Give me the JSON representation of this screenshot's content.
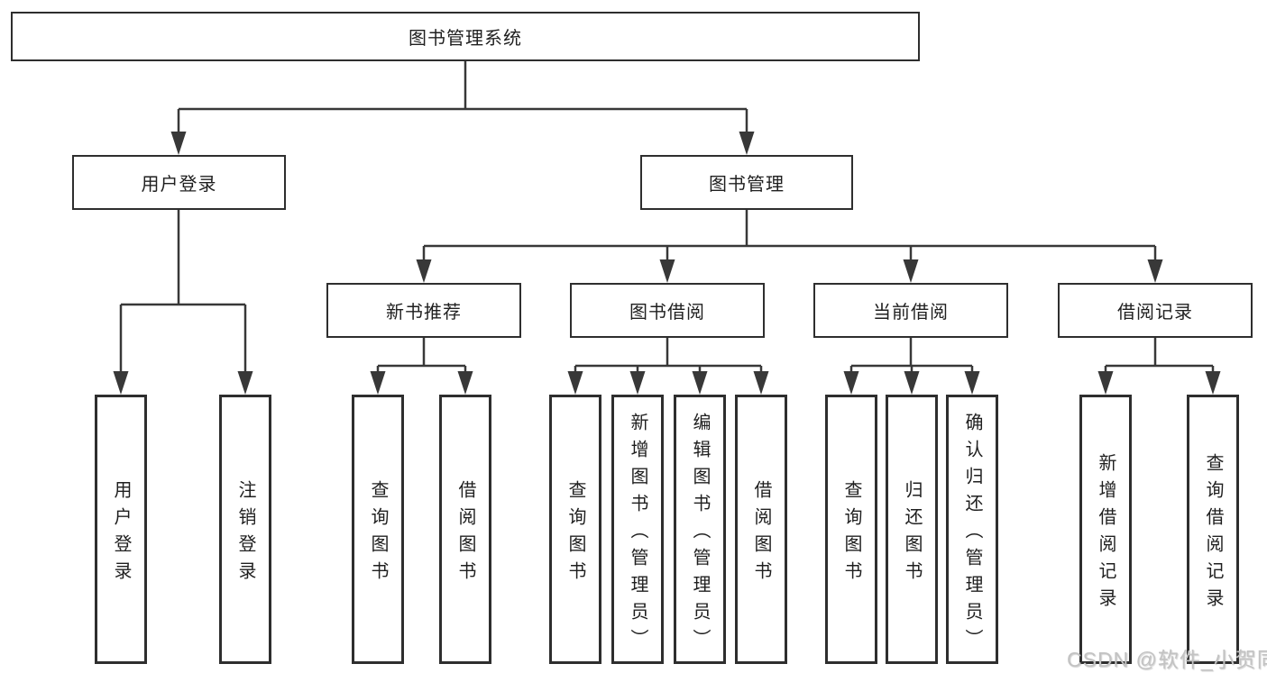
{
  "diagram": {
    "type": "tree",
    "root": {
      "label": "图书管理系统"
    },
    "branches": [
      {
        "label": "用户登录",
        "children": [
          {
            "label": "用户登录"
          },
          {
            "label": "注销登录"
          }
        ]
      },
      {
        "label": "图书管理",
        "children": [
          {
            "label": "新书推荐",
            "children": [
              {
                "label": "查询图书"
              },
              {
                "label": "借阅图书"
              }
            ]
          },
          {
            "label": "图书借阅",
            "children": [
              {
                "label": "查询图书"
              },
              {
                "label": "新增图书（管理员）"
              },
              {
                "label": "编辑图书（管理员）"
              },
              {
                "label": "借阅图书"
              }
            ]
          },
          {
            "label": "当前借阅",
            "children": [
              {
                "label": "查询图书"
              },
              {
                "label": "归还图书"
              },
              {
                "label": "确认归还（管理员）"
              }
            ]
          },
          {
            "label": "借阅记录",
            "children": [
              {
                "label": "新增借阅记录"
              },
              {
                "label": "查询借阅记录"
              }
            ]
          }
        ]
      }
    ]
  },
  "watermark": {
    "text": "CSDN @软件_小贺同学"
  },
  "colors": {
    "background": "#ffffff",
    "box_border": "#2e2e2e",
    "line": "#383838",
    "text": "#1f1f1f",
    "watermark": "#c3c3c3"
  }
}
